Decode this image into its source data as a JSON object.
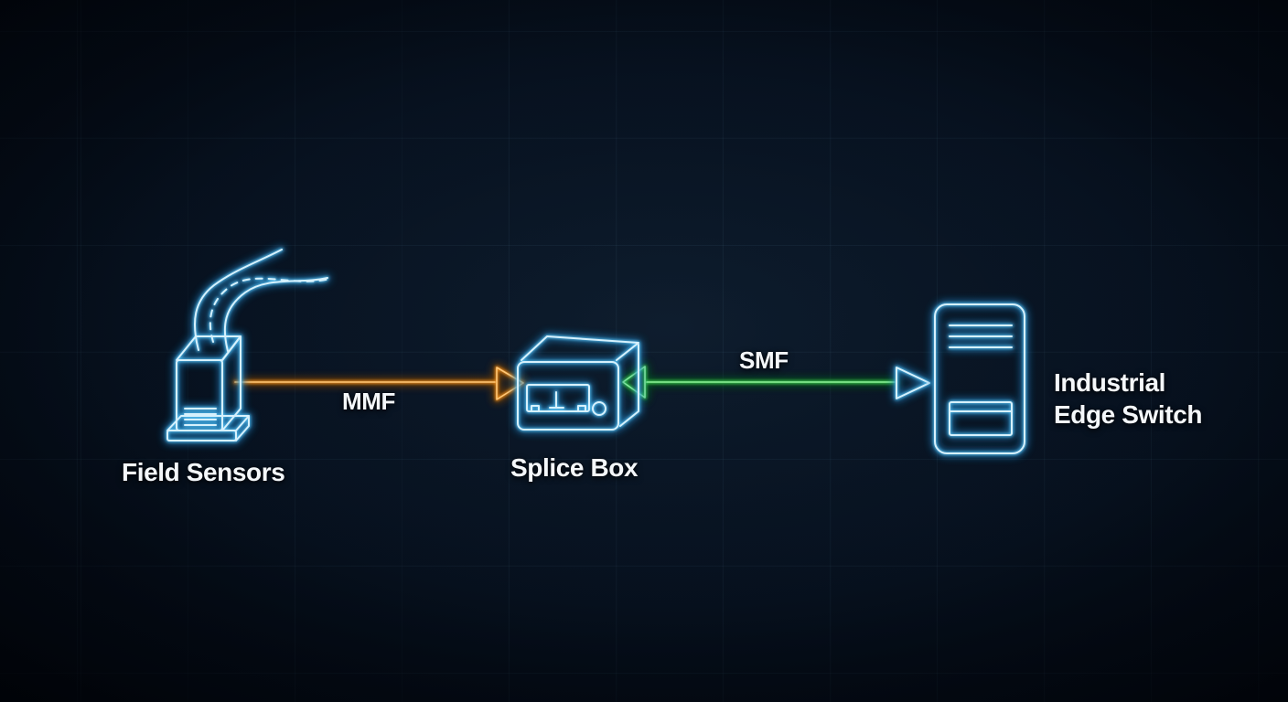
{
  "diagram": {
    "nodes": {
      "field_sensors": {
        "label": "Field Sensors",
        "icon": "sensor-device-icon"
      },
      "splice_box": {
        "label": "Splice Box",
        "icon": "splice-box-icon"
      },
      "edge_switch": {
        "label": "Industrial\nEdge Switch",
        "icon": "edge-switch-icon"
      }
    },
    "links": {
      "mmf": {
        "label": "MMF",
        "color": "#ef8f1d",
        "from": "Field Sensors",
        "to": "Splice Box",
        "arrowheads": "right"
      },
      "smf": {
        "label": "SMF",
        "color": "#34cc49",
        "from": "Splice Box",
        "to": "Industrial Edge Switch",
        "arrowheads": "both"
      }
    },
    "colors": {
      "background": "#081423",
      "grid_line": "#73aac8",
      "icon_core": "#d6f1fd",
      "icon_glow": "#3fa9e0",
      "label_text": "#f4f7fa",
      "mmf_core": "#ffc777",
      "smf_core": "#8df29a"
    }
  }
}
